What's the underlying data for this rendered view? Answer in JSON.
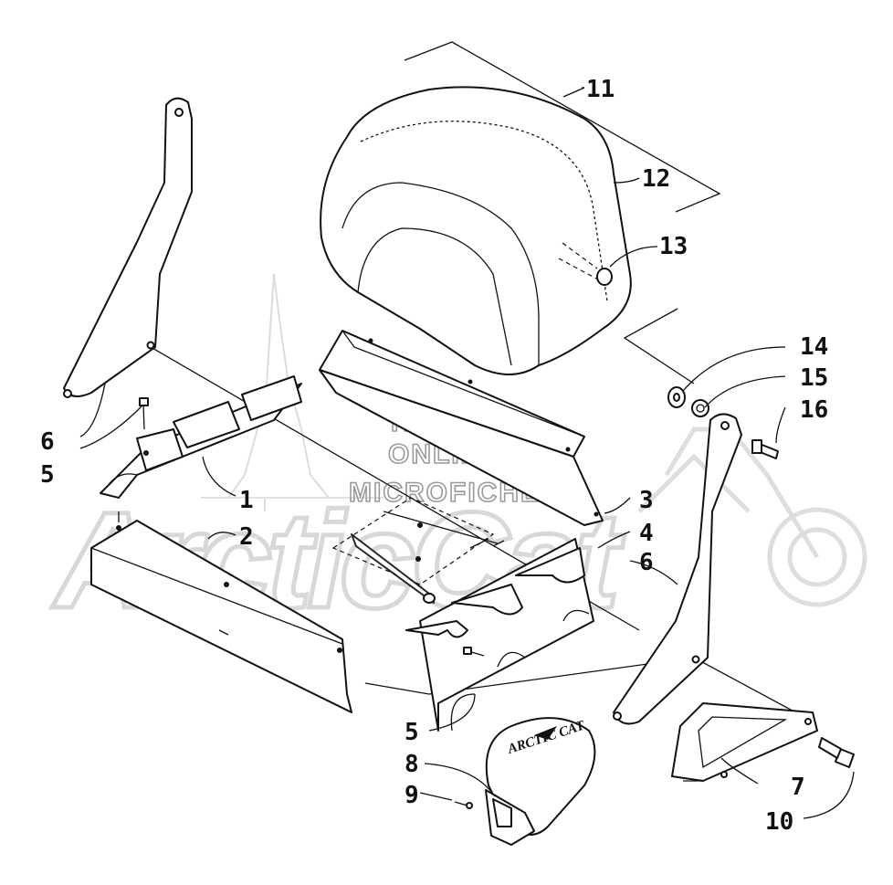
{
  "watermark": {
    "lines": [
      "HLSM'S",
      "ONLINE",
      "MICROFICHE"
    ],
    "logo": "ArcticCat"
  },
  "brand_badge": "ARCTIC CAT",
  "callouts": {
    "c1": "1",
    "c2": "2",
    "c3": "3",
    "c4": "4",
    "c5a": "5",
    "c5b": "5",
    "c6a": "6",
    "c6b": "6",
    "c7": "7",
    "c8": "8",
    "c9": "9",
    "c10": "10",
    "c11": "11",
    "c12": "12",
    "c13": "13",
    "c14": "14",
    "c15": "15",
    "c16": "16"
  },
  "icons": [
    "pine-tree-watermark-icon",
    "motorcycle-watermark-icon",
    "arctic-cat-logo-icon"
  ]
}
